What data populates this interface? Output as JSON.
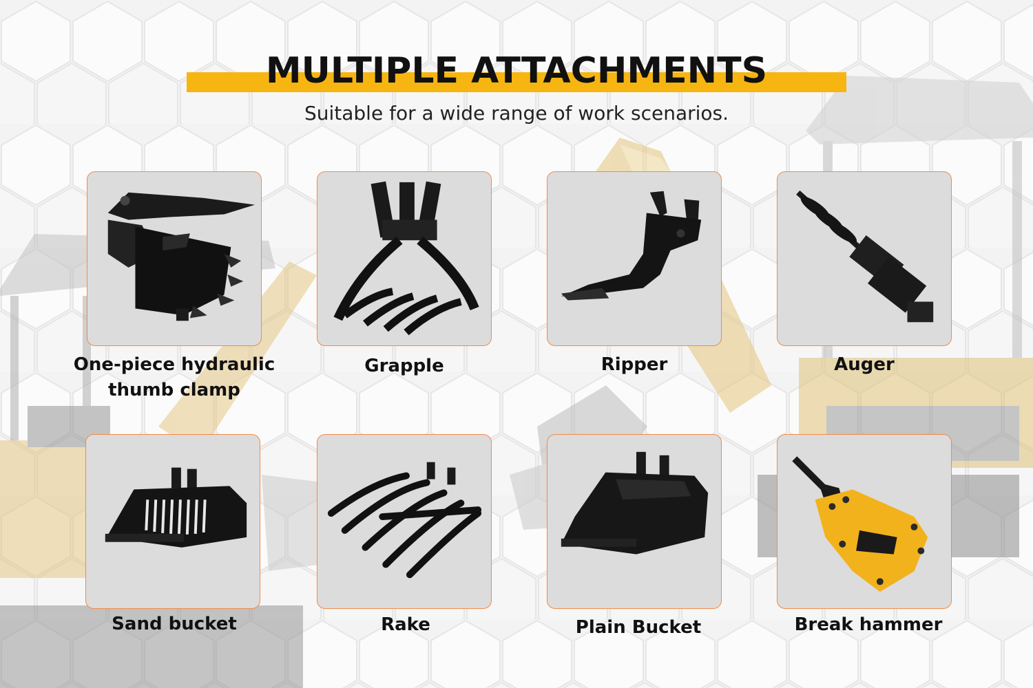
{
  "header": {
    "title": "MULTIPLE ATTACHMENTS",
    "subtitle": "Suitable for a wide range of work scenarios."
  },
  "colors": {
    "accent": "#f7b512",
    "card_border": "#f08a4b",
    "card_bg": "#dcdcdc"
  },
  "attachments": [
    {
      "label_line1": "One-piece hydraulic",
      "label_line2": "thumb clamp",
      "icon": "thumb-clamp-icon"
    },
    {
      "label_line1": "Grapple",
      "icon": "grapple-icon"
    },
    {
      "label_line1": "Ripper",
      "icon": "ripper-icon"
    },
    {
      "label_line1": "Auger",
      "icon": "auger-icon"
    },
    {
      "label_line1": "Sand bucket",
      "icon": "sand-bucket-icon"
    },
    {
      "label_line1": "Rake",
      "icon": "rake-icon"
    },
    {
      "label_line1": "Plain Bucket",
      "icon": "plain-bucket-icon"
    },
    {
      "label_line1": "Break hammer",
      "icon": "break-hammer-icon"
    }
  ]
}
